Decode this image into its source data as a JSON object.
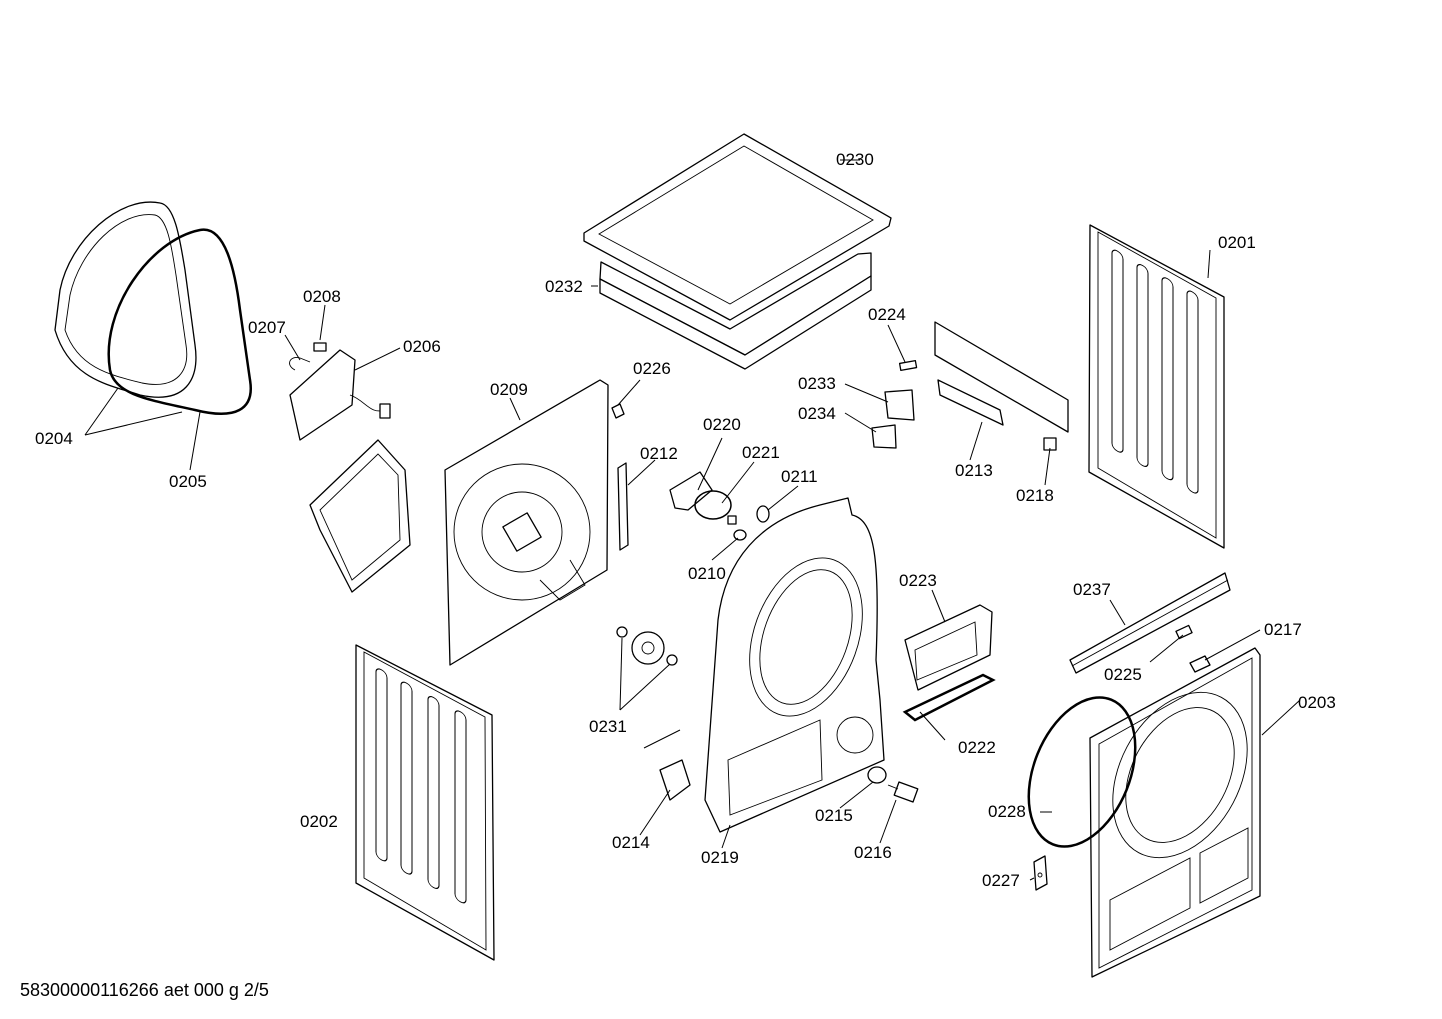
{
  "labels": {
    "p0201": "0201",
    "p0202": "0202",
    "p0203": "0203",
    "p0204": "0204",
    "p0205": "0205",
    "p0206": "0206",
    "p0207": "0207",
    "p0208": "0208",
    "p0209": "0209",
    "p0210": "0210",
    "p0211": "0211",
    "p0212": "0212",
    "p0213": "0213",
    "p0214": "0214",
    "p0215": "0215",
    "p0216": "0216",
    "p0217": "0217",
    "p0218": "0218",
    "p0219": "0219",
    "p0220": "0220",
    "p0221": "0221",
    "p0222": "0222",
    "p0223": "0223",
    "p0224": "0224",
    "p0225": "0225",
    "p0226": "0226",
    "p0227": "0227",
    "p0228": "0228",
    "p0230": "0230",
    "p0231": "0231",
    "p0232": "0232",
    "p0233": "0233",
    "p0234": "0234",
    "p0237": "0237"
  },
  "footer": {
    "code": "58300000116266 aet 000 g 2/5"
  }
}
